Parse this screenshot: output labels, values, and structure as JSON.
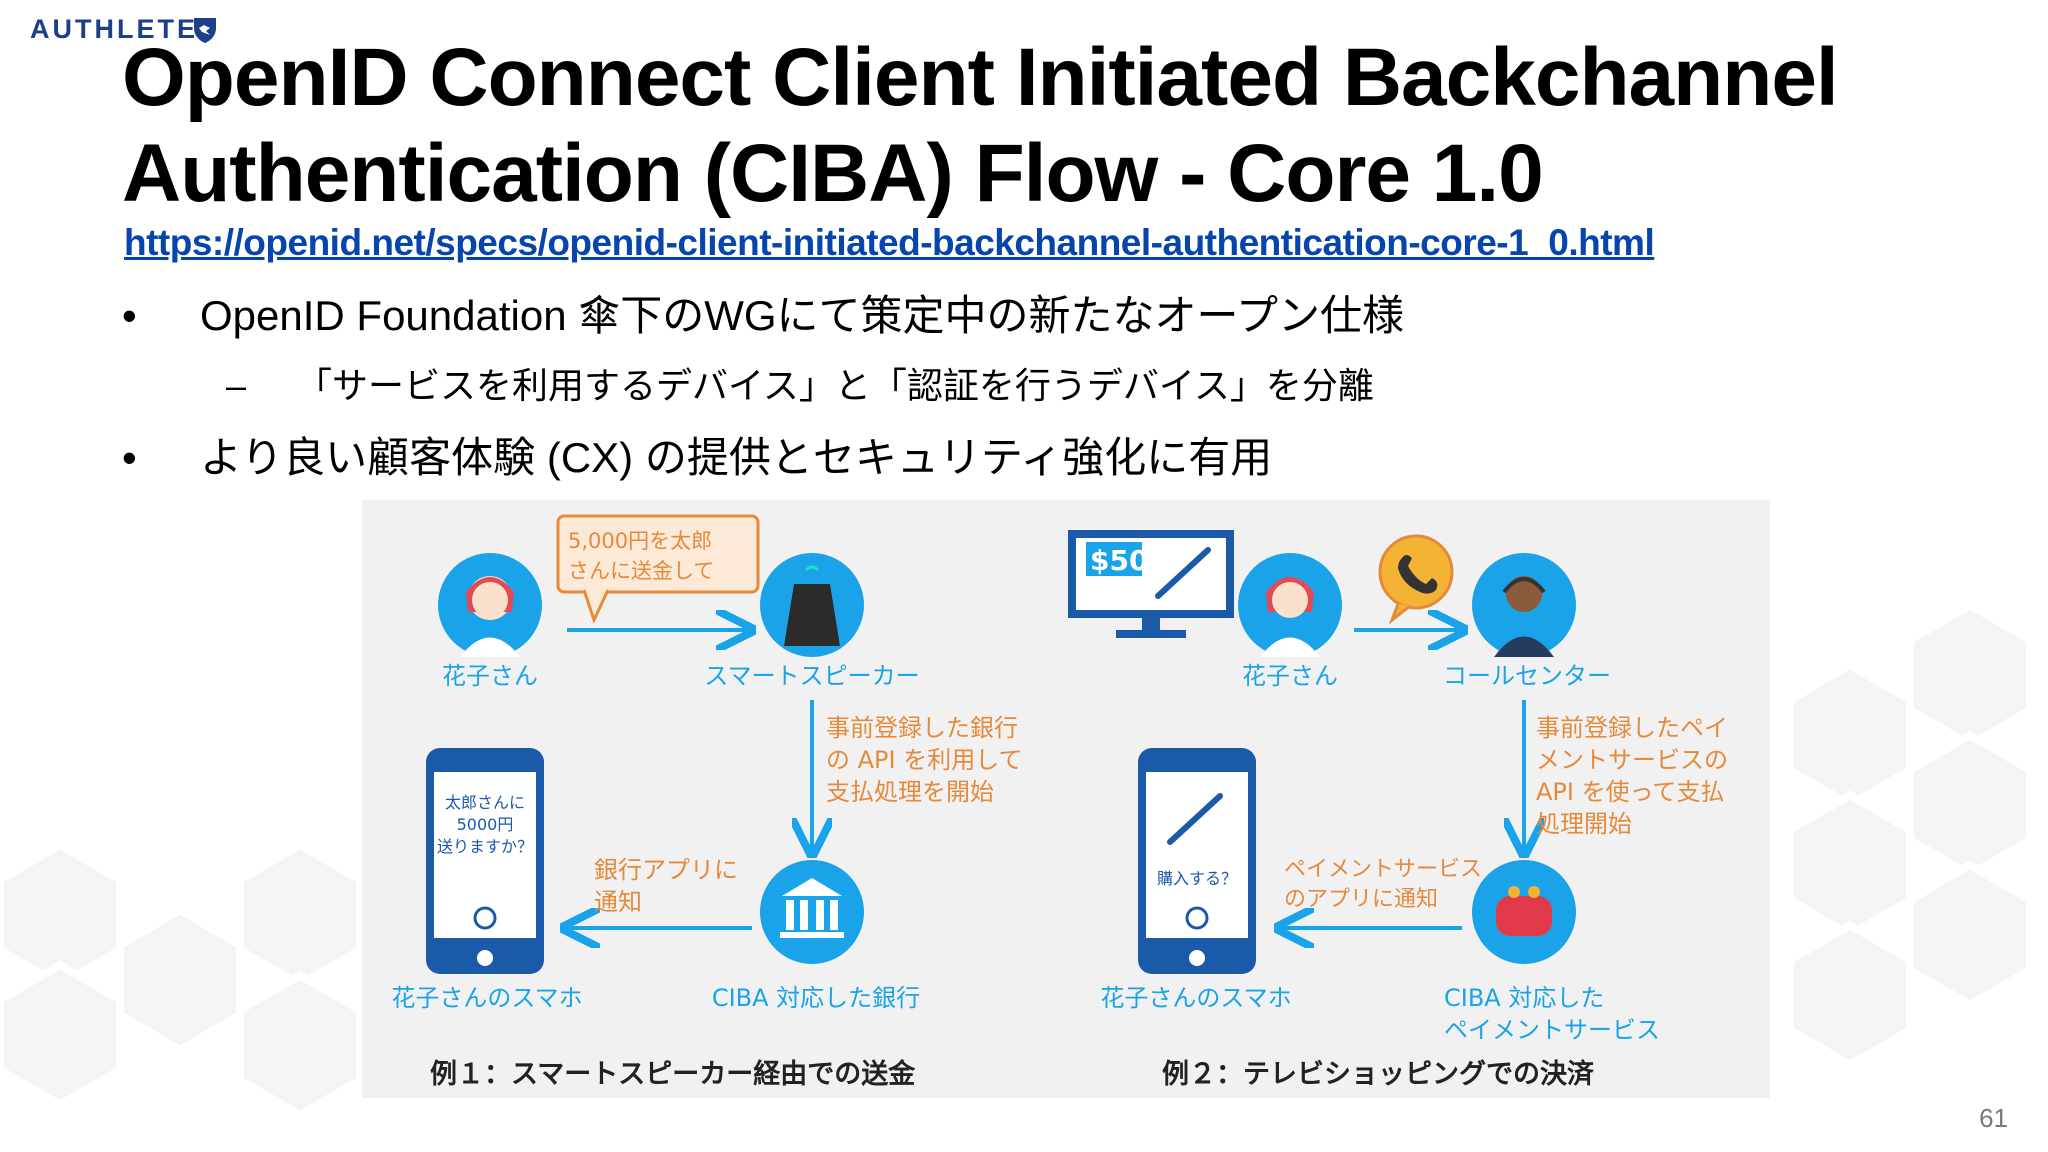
{
  "logo": {
    "text": "AUTHLETE"
  },
  "title": {
    "line1": "OpenID Connect Client Initiated Backchannel",
    "line2": "Authentication (CIBA) Flow - Core 1.0"
  },
  "link": {
    "text": "https://openid.net/specs/openid-client-initiated-backchannel-authentication-core-1_0.html"
  },
  "bullets": [
    {
      "mark": "•",
      "text": "OpenID Foundation 傘下のWGにて策定中の新たなオープン仕様"
    },
    {
      "mark": "–",
      "text": "「サービスを利用するデバイス」と「認証を行うデバイス」を分離"
    },
    {
      "mark": "•",
      "text": "より良い顧客体験 (CX) の提供とセキュリティ強化に有用"
    }
  ],
  "figure": {
    "example1": {
      "speech": [
        "5,000円を太郎",
        "さんに送金して"
      ],
      "user_label": "花子さん",
      "speaker_label": "スマートスピーカー",
      "step_api": [
        "事前登録した銀行",
        "の API を利用して",
        "支払処理を開始"
      ],
      "notify": [
        "銀行アプリに",
        "通知"
      ],
      "phone_text": [
        "太郎さんに",
        "5000円",
        "送りますか？"
      ],
      "phone_label": "花子さんのスマホ",
      "bank_label": "CIBA 対応した銀行",
      "caption": "例１：スマートスピーカー経由での送金"
    },
    "example2": {
      "price": "$50",
      "user_label": "花子さん",
      "call_label": "コールセンター",
      "step_api": [
        "事前登録したペイ",
        "メントサービスの",
        "API を使って支払",
        "処理開始"
      ],
      "notify": [
        "ペイメントサービス",
        "のアプリに通知"
      ],
      "phone_text": "購入する？",
      "phone_label": "花子さんのスマホ",
      "service_label": [
        "CIBA 対応した",
        "ペイメントサービス"
      ],
      "caption": "例２：テレビショッピングでの決済"
    }
  },
  "page_number": "61",
  "colors": {
    "accent_blue": "#1aa3e8",
    "orange": "#e58a3a",
    "title": "#000000",
    "link": "#0645ad"
  }
}
